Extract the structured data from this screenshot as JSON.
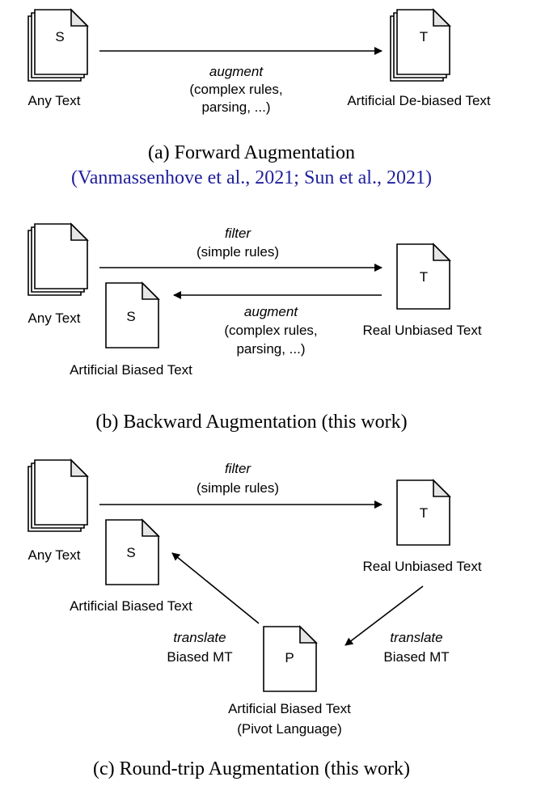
{
  "colors": {
    "link": "#1f1f9c",
    "text": "#000000",
    "fold": "#e6e6e6"
  },
  "panel_a": {
    "src_letter": "S",
    "tgt_letter": "T",
    "src_label": "Any Text",
    "tgt_label": "Artificial De-biased Text",
    "arrow_italic": "augment",
    "arrow_line1": "(complex rules,",
    "arrow_line2": "parsing, ...)",
    "caption": "(a) Forward Augmentation",
    "cite_open": "(",
    "cite_1": "Vanmassenhove et al., 2021",
    "cite_sep": "; ",
    "cite_2": "Sun et al., 2021",
    "cite_close": ")"
  },
  "panel_b": {
    "any_label": "Any Text",
    "t_letter": "T",
    "t_label": "Real Unbiased Text",
    "s_letter": "S",
    "s_label": "Artificial Biased Text",
    "filter_italic": "filter",
    "filter_rules": "(simple rules)",
    "augment_italic": "augment",
    "augment_line1": "(complex rules,",
    "augment_line2": "parsing, ...)",
    "caption": "(b) Backward Augmentation (this work)"
  },
  "panel_c": {
    "any_label": "Any Text",
    "t_letter": "T",
    "t_label": "Real Unbiased Text",
    "s_letter": "S",
    "s_label": "Artificial Biased Text",
    "p_letter": "P",
    "p_label_line1": "Artificial Biased Text",
    "p_label_line2": "(Pivot Language)",
    "filter_italic": "filter",
    "filter_rules": "(simple rules)",
    "translate_left_italic": "translate",
    "translate_left_line": "Biased MT",
    "translate_right_italic": "translate",
    "translate_right_line": "Biased MT",
    "caption": "(c) Round-trip Augmentation (this work)"
  }
}
